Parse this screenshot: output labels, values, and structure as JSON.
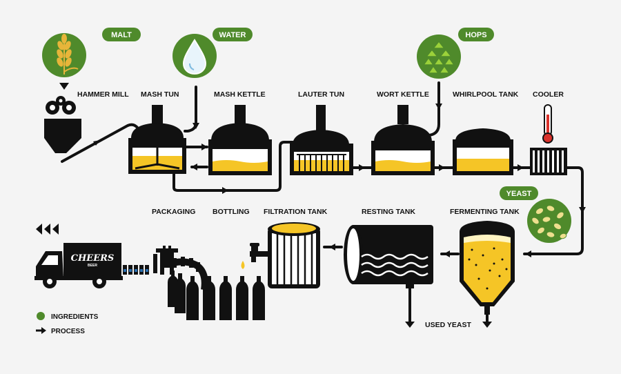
{
  "colors": {
    "ingredient_green": "#4f8a2b",
    "ink": "#111111",
    "beer_yellow": "#f5c526",
    "foam": "#fff4c2",
    "white": "#ffffff",
    "background": "#f4f4f4",
    "thermometer_red": "#d9322c"
  },
  "ingredients": {
    "malt": "MALT",
    "water": "WATER",
    "hops": "HOPS",
    "yeast": "YEAST"
  },
  "stages": {
    "hammer_mill": "HAMMER MILL",
    "mash_tun": "MASH TUN",
    "mash_kettle": "MASH KETTLE",
    "lauter_tun": "LAUTER TUN",
    "wort_kettle": "WORT KETTLE",
    "whirlpool_tank": "WHIRLPOOL TANK",
    "cooler": "COOLER",
    "packaging": "PACKAGING",
    "bottling": "BOTTLING",
    "filtration_tank": "FILTRATION TANK",
    "resting_tank": "RESTING TANK",
    "fermenting_tank": "FERMENTING TANK",
    "used_yeast": "USED YEAST"
  },
  "truck": {
    "brand": "CHEERS",
    "brand_sub": "BEER"
  },
  "legend": {
    "ingredients": "INGREDIENTS",
    "process": "PROCESS"
  },
  "icons": {
    "malt": "wheat-icon",
    "water": "water-drop-icon",
    "hops": "hop-cone-icon",
    "yeast": "yeast-cells-icon",
    "cooler": "thermometer-icon",
    "direction": "triple-arrow-left-icon"
  }
}
